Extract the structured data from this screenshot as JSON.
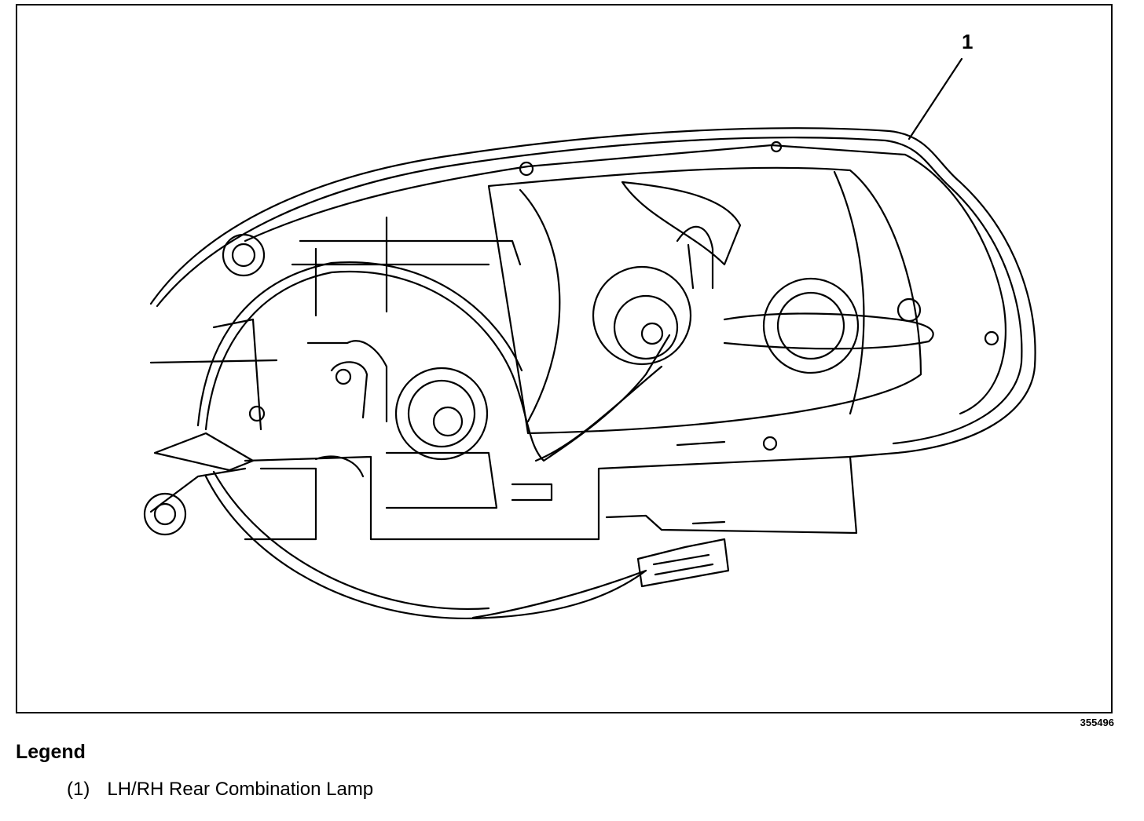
{
  "figure": {
    "callout_number": "1",
    "figure_id": "355496"
  },
  "legend": {
    "title": "Legend",
    "items": [
      {
        "marker": "(1)",
        "label": "LH/RH Rear Combination Lamp"
      }
    ]
  }
}
